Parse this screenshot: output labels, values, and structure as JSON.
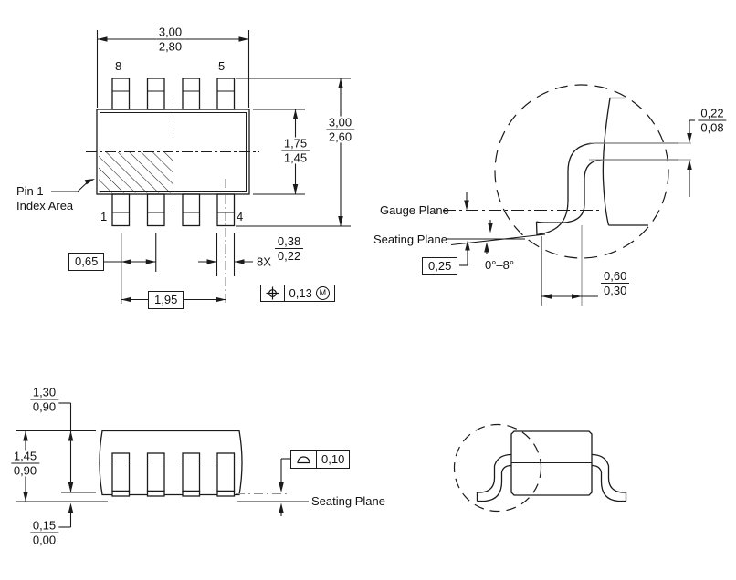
{
  "drawing": {
    "top_view": {
      "overall_width": {
        "max": "3,00",
        "min": "2,80"
      },
      "body_height": {
        "max": "1,75",
        "min": "1,45"
      },
      "overall_span": {
        "max": "3,00",
        "min": "2,60"
      },
      "pin_pitch": "0,65",
      "pin_span": "1,95",
      "lead_width_qty": "8X",
      "lead_width": {
        "max": "0,38",
        "min": "0,22"
      },
      "true_position": "0,13",
      "mmc_modifier": "M",
      "pins": {
        "top_left": "8",
        "top_right": "5",
        "bottom_left": "1",
        "bottom_right": "4"
      },
      "pin1_note": {
        "line1": "Pin 1",
        "line2": "Index Area"
      }
    },
    "lead_detail": {
      "lead_thickness": {
        "max": "0,22",
        "min": "0,08"
      },
      "gauge_plane_label": "Gauge Plane",
      "seating_plane_label": "Seating Plane",
      "gauge_offset": "0,25",
      "lead_angle": "0°–8°",
      "foot_length": {
        "max": "0,60",
        "min": "0,30"
      }
    },
    "side_view": {
      "body_thickness": {
        "max": "1,30",
        "min": "0,90"
      },
      "overall_height": {
        "max": "1,45",
        "min": "0,90"
      },
      "standoff": {
        "max": "0,15",
        "min": "0,00"
      },
      "seating_flatness": "0,10",
      "seating_plane_label": "Seating Plane"
    },
    "icons": {
      "position_tolerance": "position-crosshair",
      "flatness": "surface-profile-dome"
    },
    "colors": {
      "line": "#1b1b1b",
      "ref_line": "#8f8f8f",
      "background": "#ffffff"
    }
  }
}
